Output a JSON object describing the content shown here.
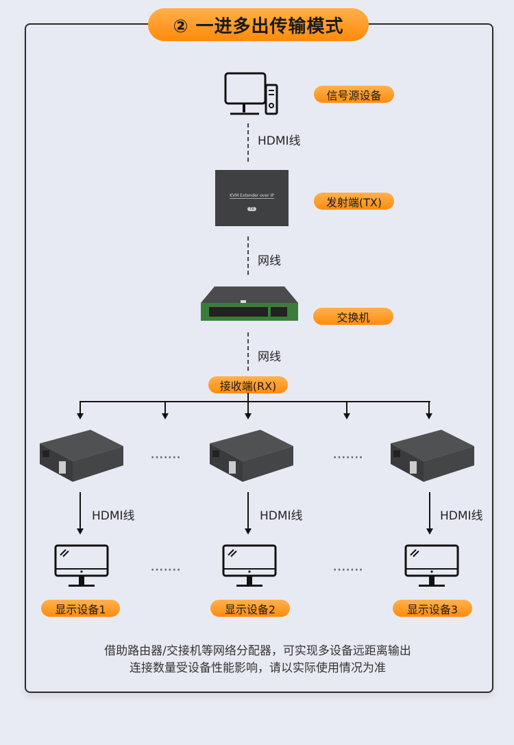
{
  "title": "② 一进多出传输模式",
  "source": {
    "label": "信号源设备",
    "icon": "desktop-computer-icon"
  },
  "cable_hdmi": "HDMI线",
  "tx": {
    "label": "发射端(TX)",
    "device_text": "KVM Extender over IP",
    "badge": "TX"
  },
  "cable_net": "网线",
  "switch": {
    "label": "交换机"
  },
  "rx": {
    "label": "接收端(RX)"
  },
  "displays": [
    {
      "label": "显示设备1"
    },
    {
      "label": "显示设备2"
    },
    {
      "label": "显示设备3"
    }
  ],
  "ellipsis": "·······",
  "footer": [
    "借助路由器/交接机等网络分配器，可实现多设备远距离输出",
    "连接数量受设备性能影响，请以实际使用情况为准"
  ],
  "colors": {
    "accent": "#ff9a2a",
    "background": "#e8eaf3"
  }
}
